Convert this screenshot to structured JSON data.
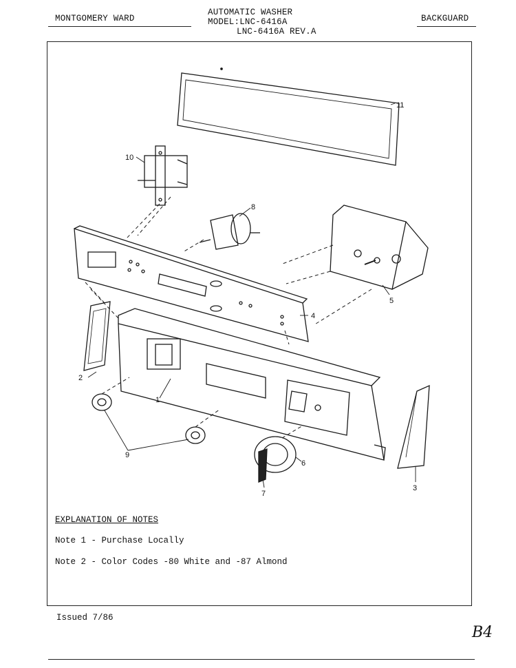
{
  "header": {
    "brand": "MONTGOMERY WARD",
    "product_line1": "AUTOMATIC WASHER",
    "product_line2": "MODEL:LNC-6416A",
    "product_line3": "LNC-6416A REV.A",
    "section": "BACKGUARD"
  },
  "diagram": {
    "callouts": [
      "1",
      "2",
      "3",
      "4",
      "5",
      "6",
      "7",
      "8",
      "9",
      "10",
      "11"
    ]
  },
  "notes": {
    "title": "EXPLANATION OF NOTES",
    "items": [
      "Note 1 - Purchase Locally",
      "Note 2 - Color Codes -80 White and -87 Almond"
    ]
  },
  "footer": {
    "issued": "Issued 7/86",
    "page_code": "B4"
  }
}
